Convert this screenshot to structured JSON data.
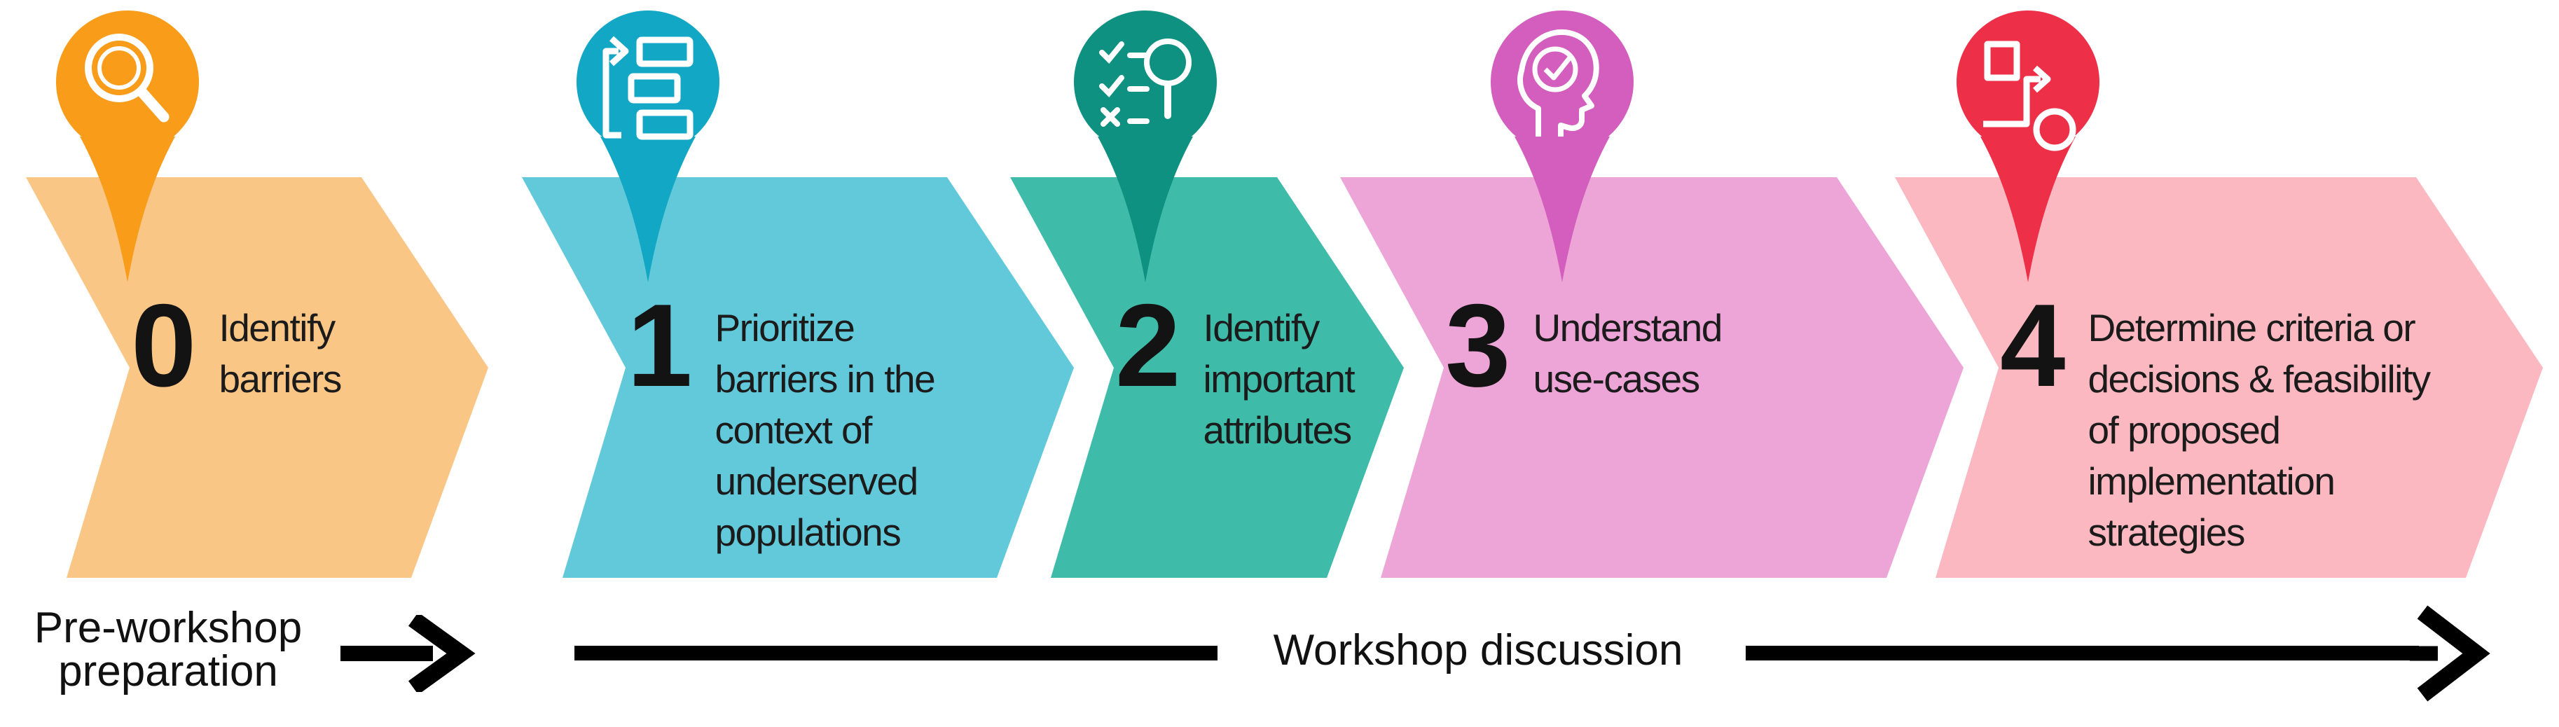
{
  "title": "Workshop process flow",
  "steps": [
    {
      "number": "0",
      "label": "Identify\nbarriers",
      "icon": "magnifier-icon",
      "pin_color": "#F89C1A",
      "chevron_color": "#FAC685"
    },
    {
      "number": "1",
      "label": "Prioritize\nbarriers in the\ncontext of\nunderserved\npopulations",
      "icon": "reorder-list-icon",
      "pin_color": "#12A7C4",
      "chevron_color": "#62C9DB"
    },
    {
      "number": "2",
      "label": "Identify\nimportant\nattributes",
      "icon": "checklist-search-icon",
      "pin_color": "#0E9180",
      "chevron_color": "#3EBCA9"
    },
    {
      "number": "3",
      "label": "Understand\nuse-cases",
      "icon": "head-check-icon",
      "pin_color": "#D45EBD",
      "chevron_color": "#EDA4D6"
    },
    {
      "number": "4",
      "label": "Determine criteria or\ndecisions & feasibility\nof proposed\nimplementation\nstrategies",
      "icon": "strategy-flow-icon",
      "pin_color": "#EE2F48",
      "chevron_color": "#FBB8C0"
    }
  ],
  "phases": {
    "pre": "Pre-workshop\npreparation",
    "main": "Workshop discussion"
  },
  "colors": {
    "text": "#161616",
    "arrow": "#000000"
  }
}
